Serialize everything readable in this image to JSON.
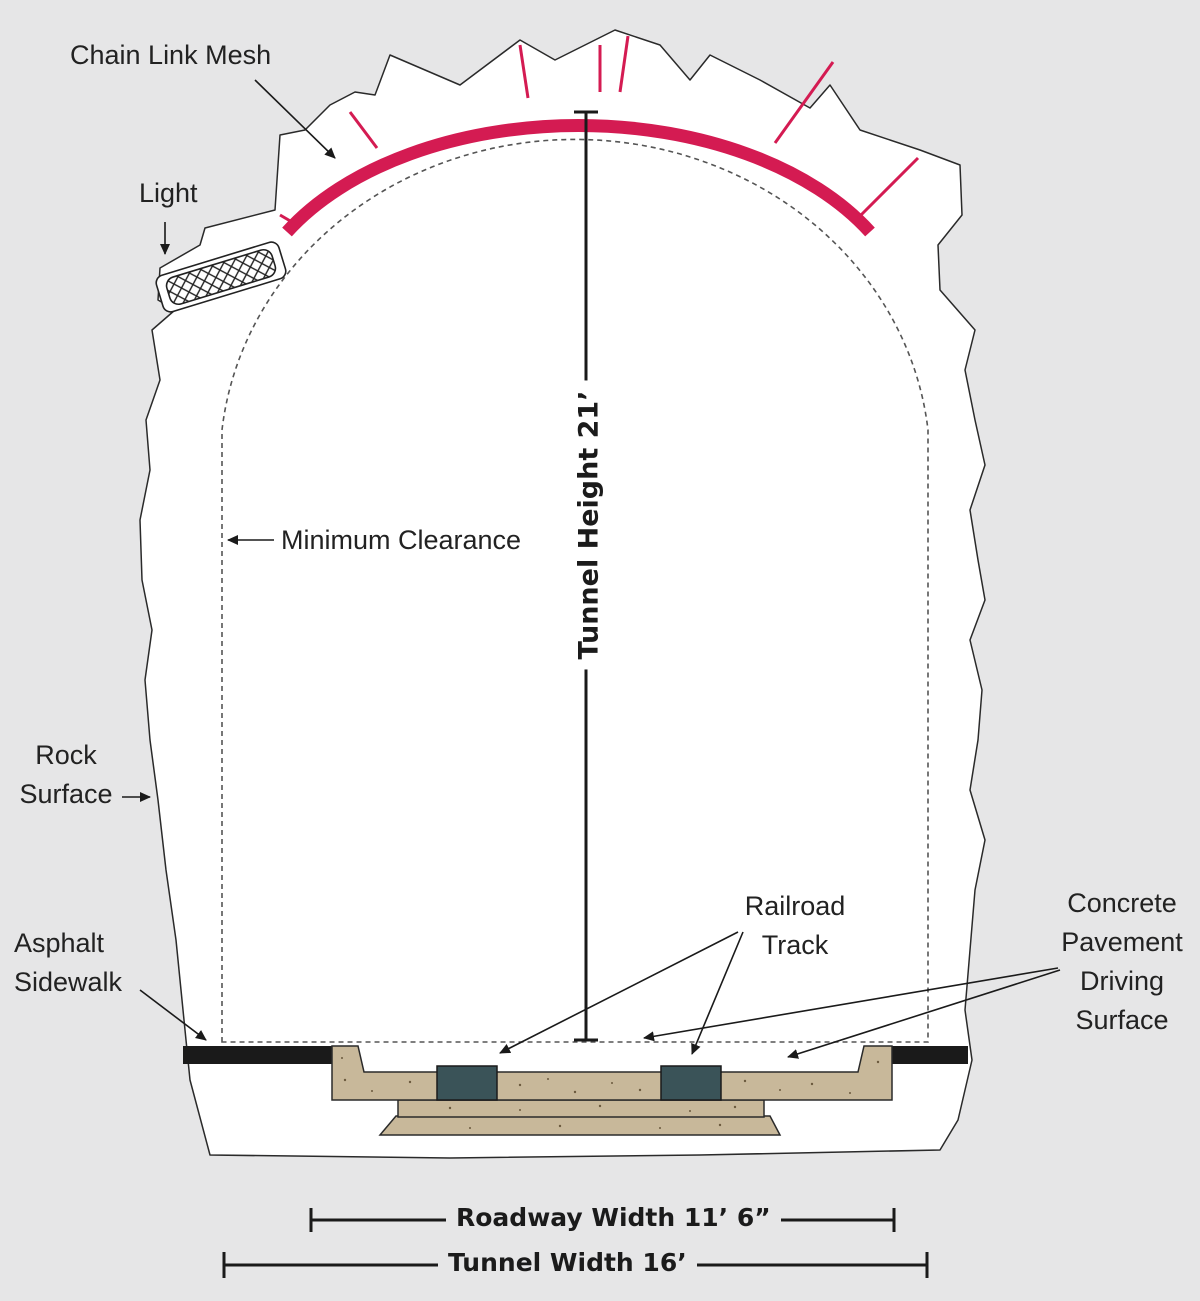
{
  "labels": {
    "chain_link_mesh": "Chain Link Mesh",
    "light": "Light",
    "minimum_clearance": "Minimum Clearance",
    "rock_surface": [
      "Rock",
      "Surface"
    ],
    "asphalt_sidewalk": [
      "Asphalt",
      "Sidewalk"
    ],
    "railroad_track": [
      "Railroad",
      "Track"
    ],
    "concrete_pavement": [
      "Concrete",
      "Pavement",
      "Driving",
      "Surface"
    ],
    "tunnel_height": "Tunnel Height  21’",
    "roadway_width": "Roadway Width 11’ 6”",
    "tunnel_width": "Tunnel Width 16’"
  },
  "colors": {
    "background": "#e6e6e7",
    "tunnel_interior": "#ffffff",
    "mesh": "#d41b52",
    "concrete": "#c8b89a",
    "rail": "#3a5358",
    "asphalt": "#1a1a1a",
    "line": "#1a1a1a"
  }
}
